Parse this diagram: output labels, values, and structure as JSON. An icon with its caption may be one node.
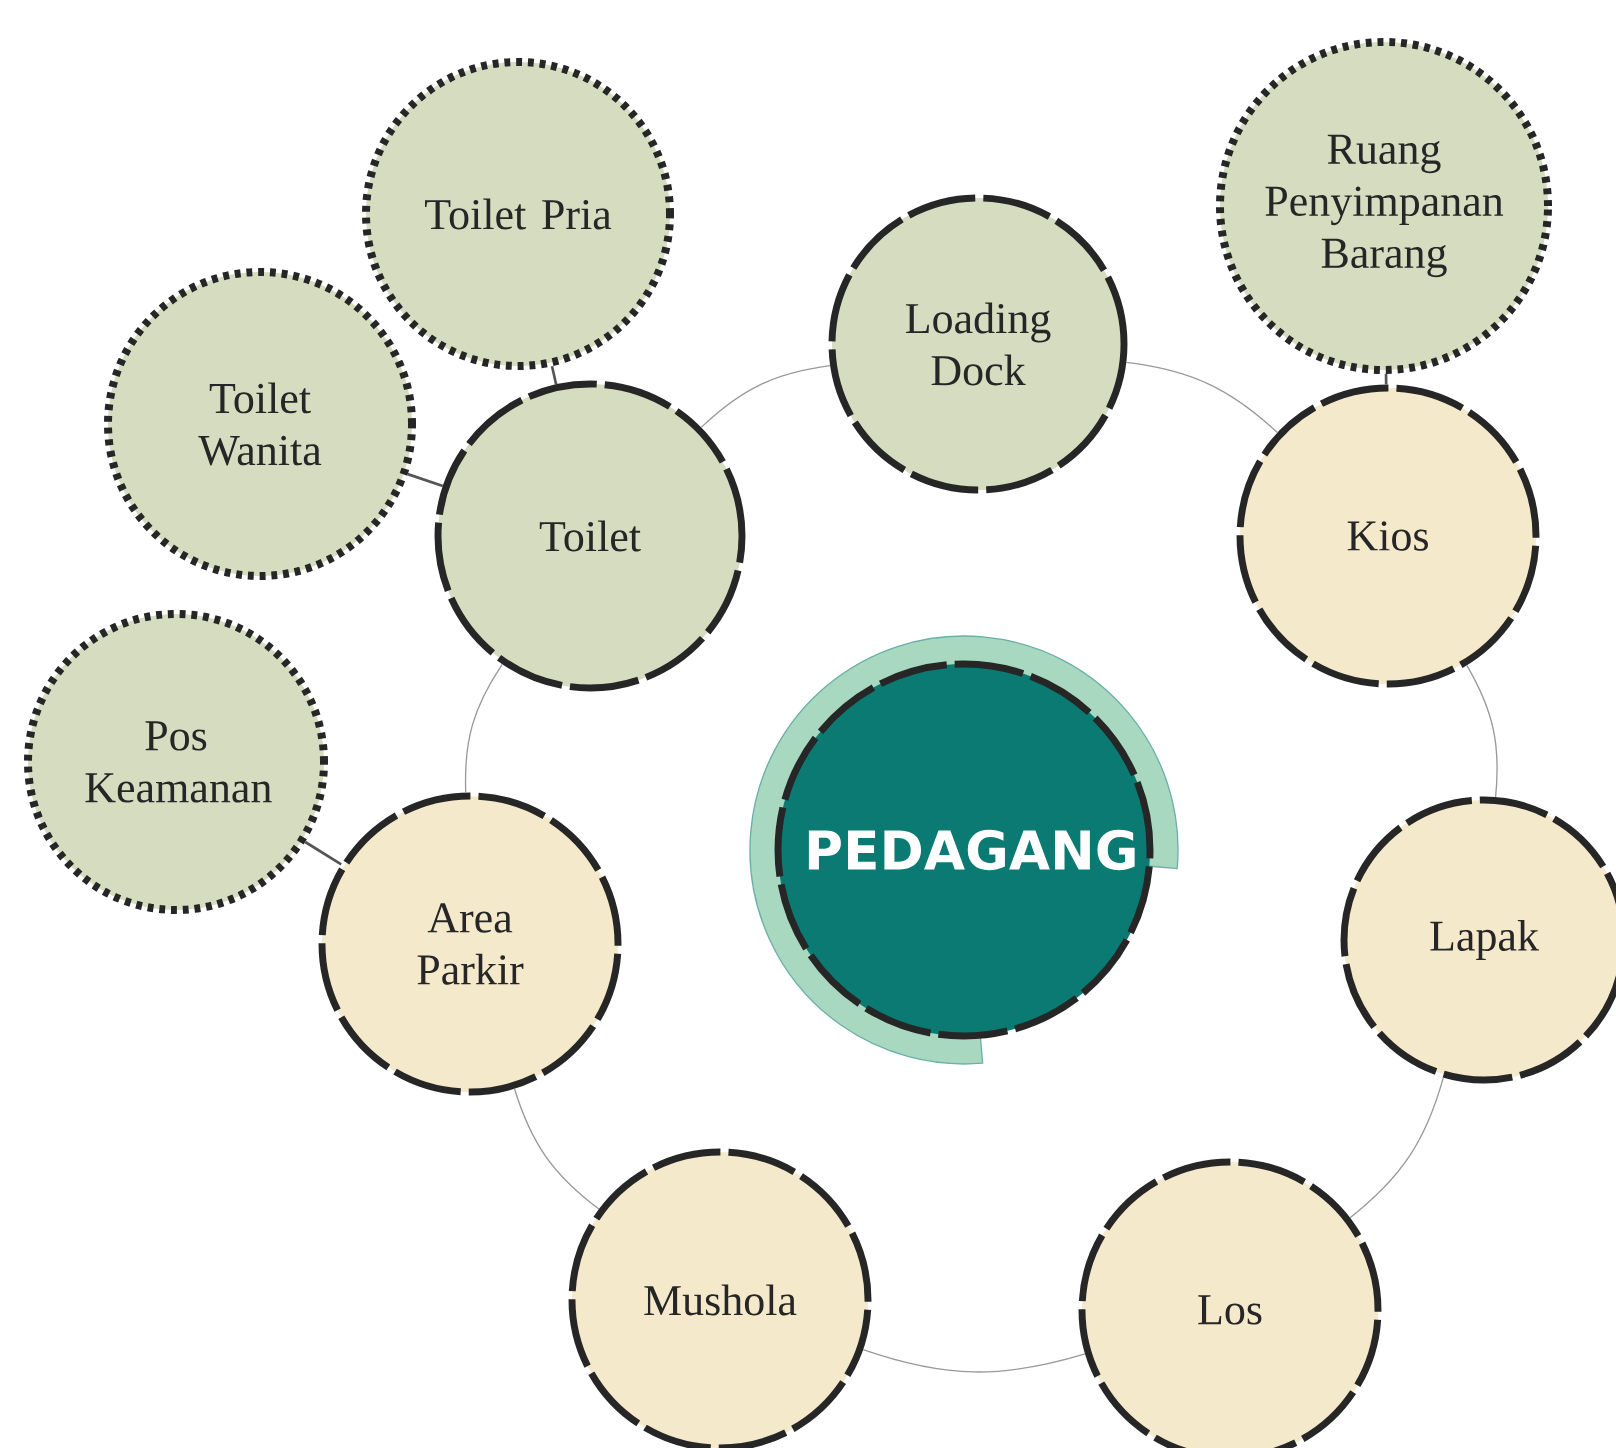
{
  "diagram": {
    "nodes": [
      {
        "text": [
          "Toilet Pria"
        ]
      },
      {
        "text": [
          "Ruang Penyimpanan Barang"
        ]
      },
      {
        "text": [
          "Loading Dock"
        ]
      },
      {
        "text": [
          "Toilet Wanita"
        ]
      },
      {
        "text": [
          "Toilet"
        ]
      },
      {
        "text": [
          "Kios"
        ]
      },
      {
        "text": [
          "Pos Keamanan"
        ]
      },
      {
        "text": [
          "PEDAGANG"
        ]
      },
      {
        "text": [
          "Area Parkir"
        ]
      },
      {
        "text": [
          "Lapak"
        ]
      },
      {
        "text": [
          "Mushola"
        ]
      },
      {
        "text": [
          "Los"
        ]
      }
    ],
    "edges": [
      {
        "from": 4,
        "to": 0,
        "arrow": "none",
        "color": "#555555"
      },
      {
        "from": 4,
        "to": 3,
        "arrow": "none",
        "color": "#555555"
      },
      {
        "from": 4,
        "to": 2,
        "arrow": "none"
      },
      {
        "from": 2,
        "to": 5,
        "arrow": "none"
      },
      {
        "from": 5,
        "to": 1,
        "arrow": "none",
        "color": "#555555"
      },
      {
        "from": 5,
        "to": 9,
        "arrow": "none"
      },
      {
        "from": 9,
        "to": 11,
        "arrow": "none"
      },
      {
        "from": 11,
        "to": 10,
        "arrow": "none"
      },
      {
        "from": 10,
        "to": 8,
        "arrow": "none"
      },
      {
        "from": 8,
        "to": 6,
        "arrow": "none",
        "color": "#555555"
      },
      {
        "from": 8,
        "to": 4,
        "arrow": "none"
      }
    ]
  }
}
